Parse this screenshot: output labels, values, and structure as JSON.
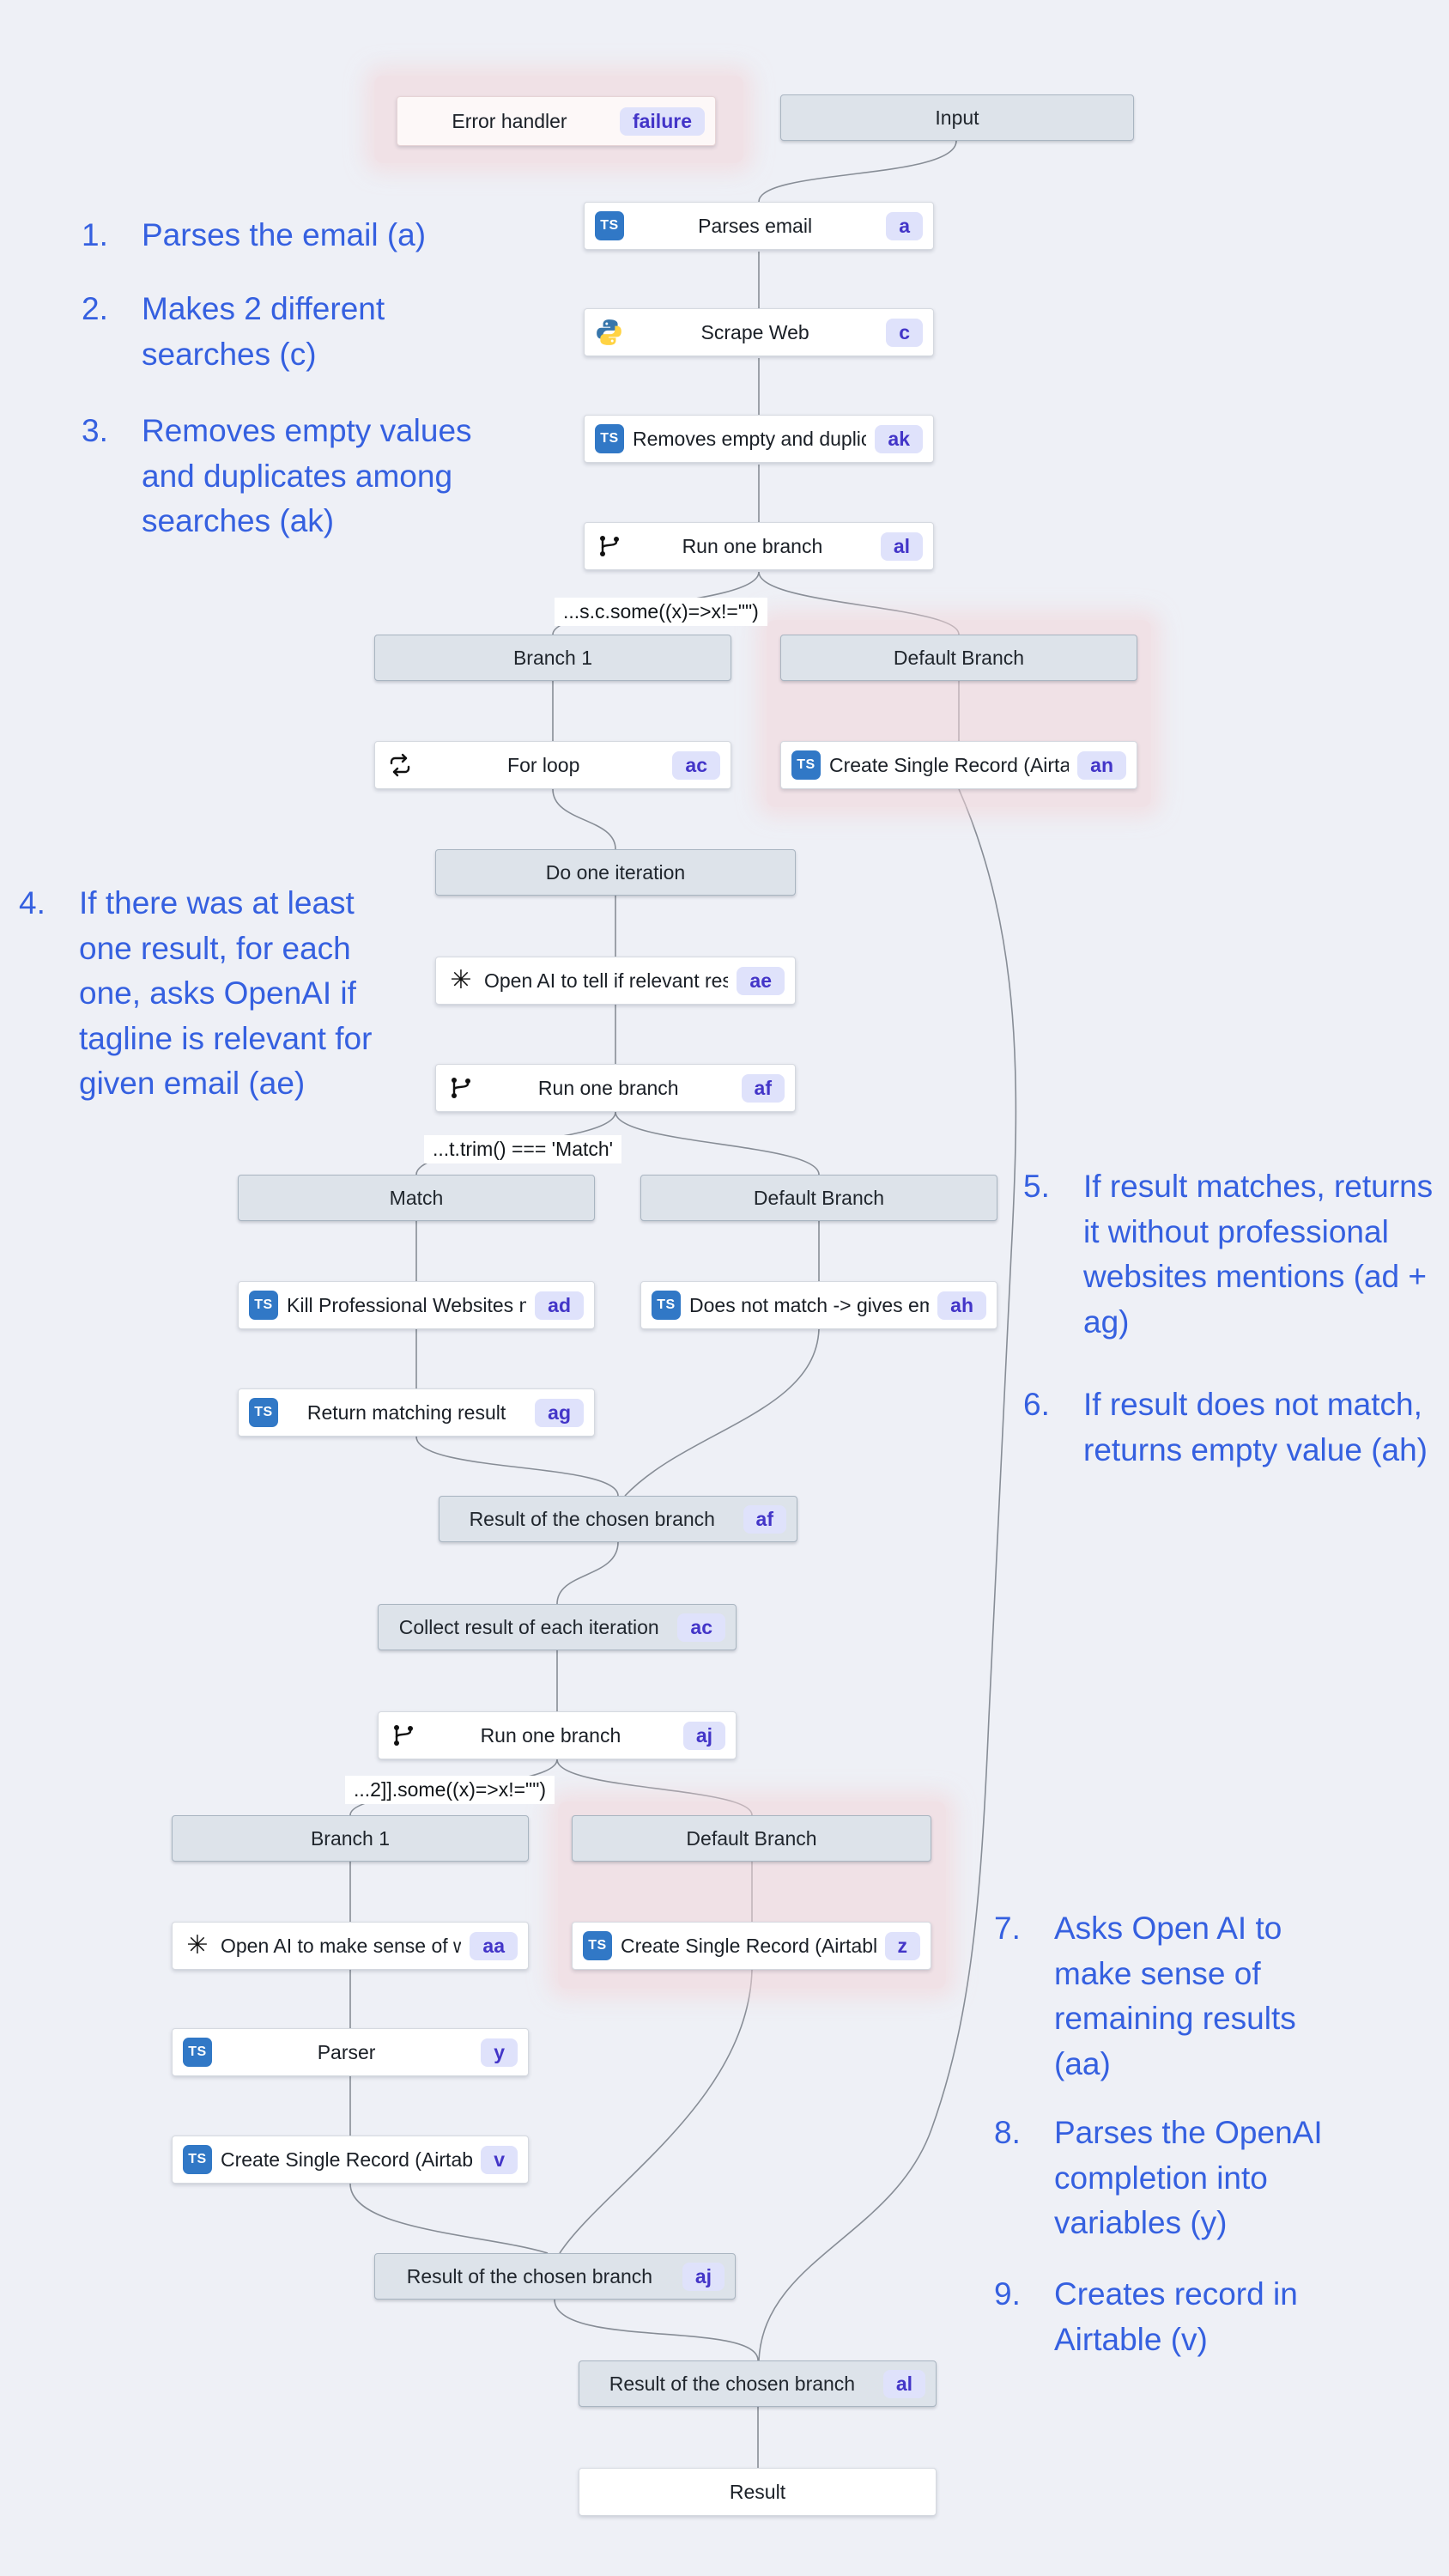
{
  "colors": {
    "background": "#eef0f6",
    "annotation_blue": "#3560e0",
    "badge_bg": "#dfe2fb",
    "badge_text": "#4335c8",
    "typescript_blue": "#3178c6",
    "header_bg": "#dde3ea",
    "halo_pink": "#f3d7d9"
  },
  "icons": {
    "typescript": "TS",
    "openai": "✳"
  },
  "flow": {
    "error_handler": {
      "label": "Error handler",
      "badge": "failure"
    },
    "input": {
      "label": "Input"
    },
    "parses_email": {
      "label": "Parses email",
      "badge": "a"
    },
    "scrape_web": {
      "label": "Scrape Web",
      "badge": "c"
    },
    "removes_empty": {
      "label": "Removes empty and duplicates",
      "badge": "ak"
    },
    "run_one_branch_al": {
      "label": "Run one branch",
      "badge": "al"
    },
    "cond_al": "...s.c.some((x)=>x!=\"\")",
    "branch1_a": {
      "label": "Branch 1"
    },
    "default_branch_a": {
      "label": "Default Branch"
    },
    "for_loop": {
      "label": "For loop",
      "badge": "ac"
    },
    "create_record_an": {
      "label": "Create Single Record (Airtable)",
      "badge": "an"
    },
    "do_one_iteration": {
      "label": "Do one iteration"
    },
    "openai_relevant": {
      "label": "Open AI to tell if relevant result",
      "badge": "ae"
    },
    "run_one_branch_af": {
      "label": "Run one branch",
      "badge": "af"
    },
    "cond_af": "...t.trim() === 'Match'",
    "match": {
      "label": "Match"
    },
    "default_branch_b": {
      "label": "Default Branch"
    },
    "kill_mentions": {
      "label": "Kill Professional Websites mentions",
      "badge": "ad"
    },
    "does_not_match": {
      "label": "Does not match -> gives empty value",
      "badge": "ah"
    },
    "return_matching": {
      "label": "Return matching result",
      "badge": "ag"
    },
    "result_af": {
      "label": "Result of the chosen branch",
      "badge": "af"
    },
    "collect_result": {
      "label": "Collect result of each iteration",
      "badge": "ac"
    },
    "run_one_branch_aj": {
      "label": "Run one branch",
      "badge": "aj"
    },
    "cond_aj": "...2]].some((x)=>x!=\"\")",
    "branch1_b": {
      "label": "Branch 1"
    },
    "default_branch_c": {
      "label": "Default Branch"
    },
    "openai_make_sense": {
      "label": "Open AI to make sense of web info",
      "badge": "aa"
    },
    "create_record_z": {
      "label": "Create Single Record (Airtable)",
      "badge": "z"
    },
    "parser": {
      "label": "Parser",
      "badge": "y"
    },
    "create_record_v": {
      "label": "Create Single Record (Airtable)",
      "badge": "v"
    },
    "result_aj": {
      "label": "Result of the chosen branch",
      "badge": "aj"
    },
    "result_al": {
      "label": "Result of the chosen branch",
      "badge": "al"
    },
    "result": {
      "label": "Result"
    }
  },
  "annotations": [
    {
      "num": "1.",
      "text": "Parses the email (a)"
    },
    {
      "num": "2.",
      "text": "Makes 2 different searches (c)"
    },
    {
      "num": "3.",
      "text": "Removes empty values and duplicates among searches (ak)"
    },
    {
      "num": "4.",
      "text": "If there was at least one result, for each one, asks OpenAI if tagline is relevant for given email (ae)"
    },
    {
      "num": "5.",
      "text": "If result matches, returns it without professional websites mentions (ad + ag)"
    },
    {
      "num": "6.",
      "text": "If result does not match, returns empty value (ah)"
    },
    {
      "num": "7.",
      "text": "Asks Open AI to make sense of remaining results (aa)"
    },
    {
      "num": "8.",
      "text": "Parses the OpenAI completion into variables (y)"
    },
    {
      "num": "9.",
      "text": "Creates record in Airtable (v)"
    }
  ]
}
